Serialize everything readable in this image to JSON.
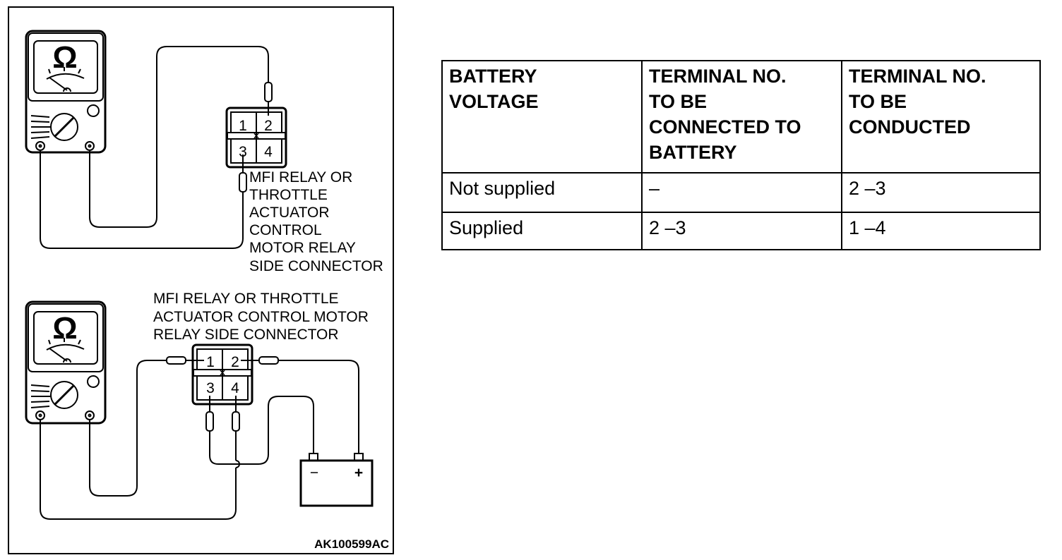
{
  "figure": {
    "symbol": "Ω",
    "top_label_lines": [
      "MFI RELAY OR",
      "THROTTLE",
      "ACTUATOR",
      "CONTROL",
      "MOTOR RELAY",
      "SIDE CONNECTOR"
    ],
    "bottom_label_lines": [
      "MFI RELAY  OR THROTTLE",
      "ACTUATOR CONTROL MOTOR",
      "RELAY SIDE CONNECTOR"
    ],
    "terminals": [
      "1",
      "2",
      "3",
      "4"
    ],
    "battery_negative": "−",
    "battery_positive": "+",
    "code": "AK100599AC"
  },
  "table": {
    "headers": [
      [
        "BATTERY",
        "VOLTAGE"
      ],
      [
        "TERMINAL NO.",
        "TO BE",
        "CONNECTED TO",
        "BATTERY"
      ],
      [
        "TERMINAL NO.",
        "TO BE",
        "CONDUCTED"
      ]
    ],
    "rows": [
      [
        "Not supplied",
        "–",
        "2 –3"
      ],
      [
        "Supplied",
        "2 –3",
        "1 –4"
      ]
    ]
  }
}
